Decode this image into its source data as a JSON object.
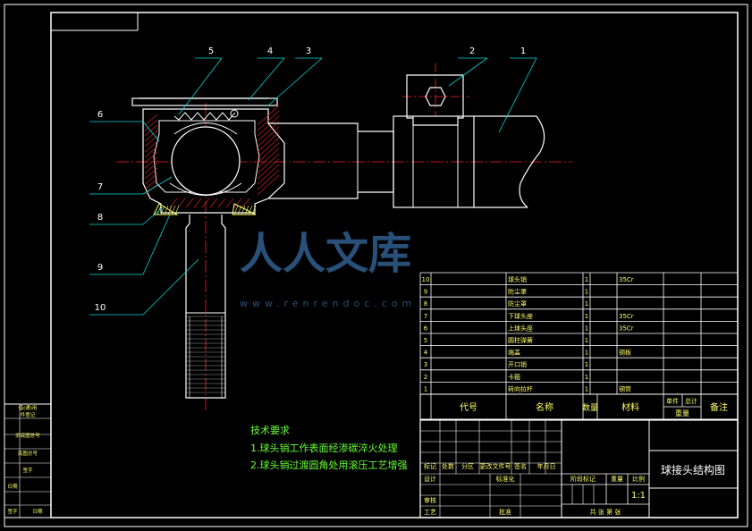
{
  "colors": {
    "background": "#000000",
    "border": "#ffffff",
    "part_outline": "#ffffff",
    "centerline": "#ff2020",
    "hatch": "#d02020",
    "leader": "#00d8d8",
    "balloon_text": "#ffffff",
    "tech_text": "#66ff33",
    "table_text": "#ffff66",
    "title_text": "#ffffff",
    "watermark": "#2f5f8f"
  },
  "balloons": [
    "1",
    "2",
    "3",
    "4",
    "5",
    "6",
    "7",
    "8",
    "9",
    "10"
  ],
  "watermark": {
    "cn": "人人文库",
    "url": "www.renrendoc.com"
  },
  "tech_requirements": {
    "heading": "技术要求",
    "items": [
      "1.球头销工作表面经渗碳淬火处理",
      "2.球头销过渡圆角处用滚压工艺增强"
    ]
  },
  "bom": {
    "rows": [
      {
        "no": "10",
        "code": "",
        "name": "球头销",
        "qty": "1",
        "material": "35Cr",
        "unit_wt": "",
        "total_wt": "",
        "note": ""
      },
      {
        "no": "9",
        "code": "",
        "name": "防尘罩",
        "qty": "1",
        "material": "",
        "unit_wt": "",
        "total_wt": "",
        "note": ""
      },
      {
        "no": "8",
        "code": "",
        "name": "防尘罩",
        "qty": "1",
        "material": "",
        "unit_wt": "",
        "total_wt": "",
        "note": ""
      },
      {
        "no": "7",
        "code": "",
        "name": "下球头座",
        "qty": "1",
        "material": "35Cr",
        "unit_wt": "",
        "total_wt": "",
        "note": ""
      },
      {
        "no": "6",
        "code": "",
        "name": "上球头座",
        "qty": "1",
        "material": "35Cr",
        "unit_wt": "",
        "total_wt": "",
        "note": ""
      },
      {
        "no": "5",
        "code": "",
        "name": "圆柱弹簧",
        "qty": "1",
        "material": "",
        "unit_wt": "",
        "total_wt": "",
        "note": ""
      },
      {
        "no": "4",
        "code": "",
        "name": "端盖",
        "qty": "1",
        "material": "钢板",
        "unit_wt": "",
        "total_wt": "",
        "note": ""
      },
      {
        "no": "3",
        "code": "",
        "name": "开口销",
        "qty": "1",
        "material": "",
        "unit_wt": "",
        "total_wt": "",
        "note": ""
      },
      {
        "no": "2",
        "code": "",
        "name": "卡箍",
        "qty": "1",
        "material": "",
        "unit_wt": "",
        "total_wt": "",
        "note": ""
      },
      {
        "no": "1",
        "code": "",
        "name": "转向拉杆",
        "qty": "1",
        "material": "钢管",
        "unit_wt": "",
        "total_wt": "",
        "note": ""
      }
    ],
    "header": {
      "code": "代号",
      "name": "名称",
      "qty": "数量",
      "material": "材料",
      "unit": "单件",
      "total": "总计",
      "weight": "重量",
      "note": "备注"
    }
  },
  "title_block": {
    "drawing_title": "球接头结构图",
    "scale": "1:1",
    "labels": {
      "mark": "标记",
      "count": "处数",
      "zone": "分区",
      "change_doc": "更改文件号",
      "sign": "签名",
      "date": "年月日",
      "design": "设计",
      "standardize": "标准化",
      "review": "审核",
      "process": "工艺",
      "approve": "批准",
      "stage_mark": "阶段标记",
      "weight": "重量",
      "ratio": "比例",
      "sheets": "共  张  第  张"
    }
  },
  "side_block": [
    "借(通)用",
    "件登记",
    "旧底图总号",
    "底图总号",
    "签字",
    "日期",
    "签字",
    "日期"
  ]
}
